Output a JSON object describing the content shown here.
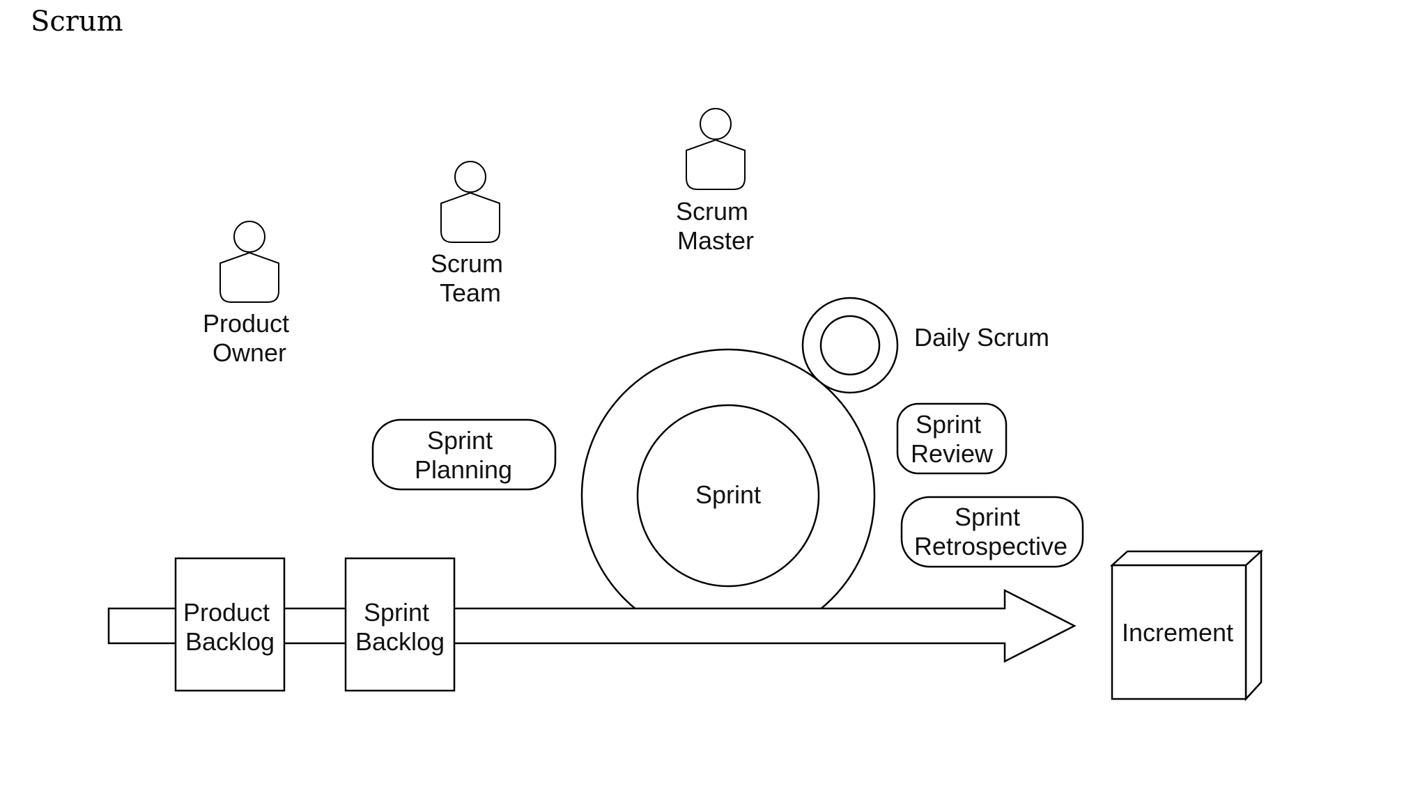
{
  "title": "Scrum",
  "roles": {
    "product_owner": [
      "Product",
      "Owner"
    ],
    "scrum_team": [
      "Scrum",
      "Team"
    ],
    "scrum_master": [
      "Scrum",
      "Master"
    ]
  },
  "events": {
    "daily_scrum": "Daily Scrum",
    "sprint": "Sprint",
    "sprint_planning": [
      "Sprint",
      "Planning"
    ],
    "sprint_review": [
      "Sprint",
      "Review"
    ],
    "sprint_retrospective": [
      "Sprint",
      "Retrospective"
    ]
  },
  "artifacts": {
    "product_backlog": [
      "Product",
      "Backlog"
    ],
    "sprint_backlog": [
      "Sprint",
      "Backlog"
    ],
    "increment": "Increment"
  }
}
